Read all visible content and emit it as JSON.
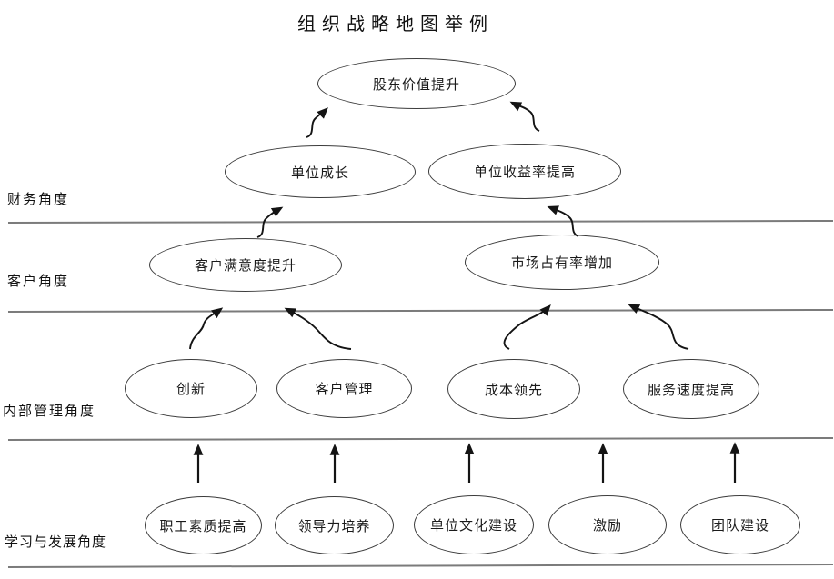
{
  "title": "组织战略地图举例",
  "perspectives": {
    "financial": "财务角度",
    "customer": "客户角度",
    "internal": "内部管理角度",
    "learning": "学习与发展角度"
  },
  "nodes": {
    "shareholder_value": "股东价值提升",
    "unit_growth": "单位成长",
    "unit_profit_rate": "单位收益率提高",
    "customer_satisfaction": "客户满意度提升",
    "market_share": "市场占有率增加",
    "innovation": "创新",
    "customer_management": "客户管理",
    "cost_leadership": "成本领先",
    "service_speed": "服务速度提高",
    "employee_quality": "职工素质提高",
    "leadership_development": "领导力培养",
    "unit_culture": "单位文化建设",
    "incentive": "激励",
    "team_building": "团队建设"
  },
  "edges": [
    {
      "from": "unit_growth",
      "to": "shareholder_value"
    },
    {
      "from": "unit_profit_rate",
      "to": "shareholder_value"
    },
    {
      "from": "customer_satisfaction",
      "to": "unit_growth"
    },
    {
      "from": "market_share",
      "to": "unit_profit_rate"
    },
    {
      "from": "innovation",
      "to": "customer_satisfaction"
    },
    {
      "from": "customer_management",
      "to": "customer_satisfaction"
    },
    {
      "from": "cost_leadership",
      "to": "market_share"
    },
    {
      "from": "service_speed",
      "to": "market_share"
    },
    {
      "from": "employee_quality",
      "to": "internal_perspective_level"
    },
    {
      "from": "leadership_development",
      "to": "internal_perspective_level"
    },
    {
      "from": "unit_culture",
      "to": "internal_perspective_level"
    },
    {
      "from": "incentive",
      "to": "internal_perspective_level"
    },
    {
      "from": "team_building",
      "to": "internal_perspective_level"
    }
  ],
  "colors": {
    "divider_line": "#7b7b7b",
    "ellipse_border": "#3c3c3c",
    "arrow": "#141414",
    "text": "#1a1a1a",
    "background": "#ffffff"
  }
}
